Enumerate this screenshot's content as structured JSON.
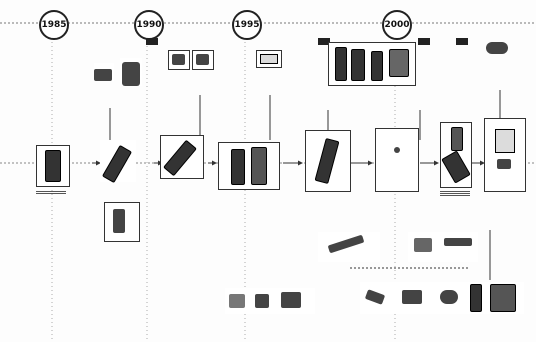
{
  "timeline": {
    "years": [
      "1985",
      "1990",
      "1995",
      "2000"
    ],
    "tags": [
      "",
      "",
      "",
      ""
    ]
  },
  "captions": {
    "left_start": "",
    "top_items": [
      "",
      "",
      "",
      "",
      "",
      "",
      "",
      ""
    ],
    "main_items": [
      "",
      "",
      "",
      "",
      "",
      "",
      "",
      ""
    ],
    "bottom_items": [
      "",
      "",
      "",
      "",
      ""
    ]
  }
}
